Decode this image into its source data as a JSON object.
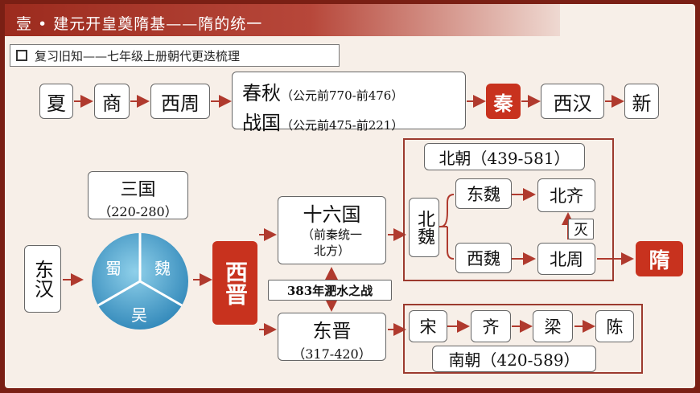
{
  "header": {
    "title": "壹 • 建元开皇奠隋基——隋的统一",
    "subtitle": "复习旧知——七年级上册朝代更迭梳理"
  },
  "top_row": {
    "xia": "夏",
    "shang": "商",
    "xizhou": "西周",
    "chunqiu": "春秋",
    "chunqiu_date": "（公元前770-前476）",
    "zhanguo": "战国",
    "zhanguo_date": "（公元前475-前221）",
    "qin": "秦",
    "xihan": "西汉",
    "xin": "新"
  },
  "three_kingdoms": {
    "title": "三国",
    "date": "（220-280）",
    "shu": "蜀",
    "wei": "魏",
    "wu": "吴"
  },
  "donghan": "东汉",
  "xijin": "西晋",
  "sixteen": {
    "name": "十六国",
    "note": "（前秦统一北方）"
  },
  "battle": "383年淝水之战",
  "dongjin": {
    "name": "东晋",
    "date": "（317-420）"
  },
  "north": {
    "title": "北朝（439-581）",
    "label": "北魏",
    "dongwei": "东魏",
    "xiwei": "西魏",
    "beiqi": "北齐",
    "beizhou": "北周",
    "mie": "灭"
  },
  "south": {
    "title": "南朝（420-589）",
    "song": "宋",
    "qi": "齐",
    "liang": "梁",
    "chen": "陈"
  },
  "sui": "隋",
  "colors": {
    "accent_red": "#c8321e",
    "arrow": "#b03a2e",
    "pie_blue": "#4a9fc9"
  }
}
